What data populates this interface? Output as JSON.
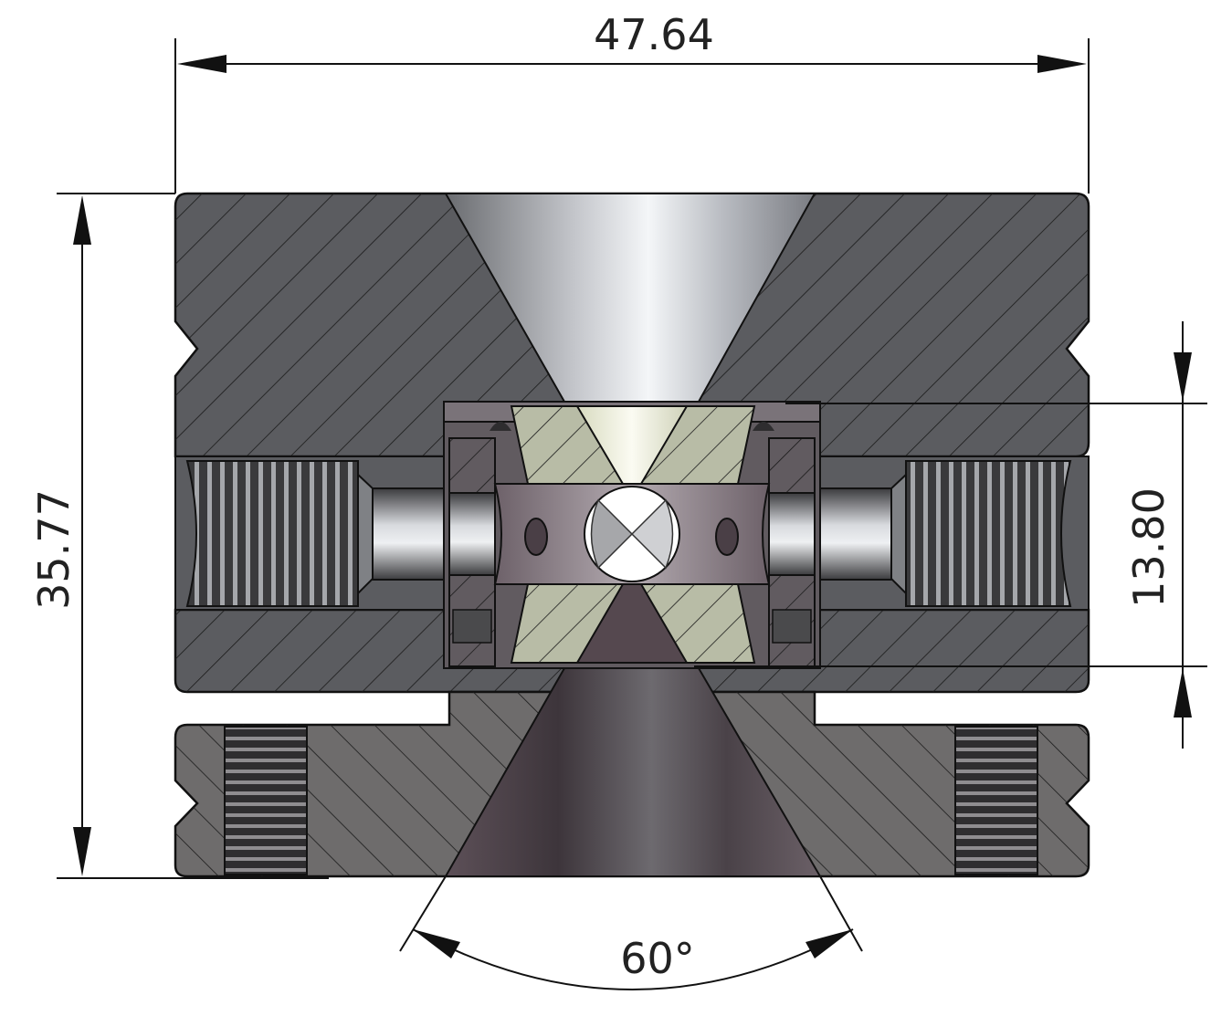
{
  "dimensions": {
    "overall_width": "47.64",
    "overall_height": "35.77",
    "insert_height": "13.80",
    "cone_angle": "60°"
  },
  "colors": {
    "background": "#ffffff",
    "body_dark": "#5b5c60",
    "body_lower": "#6e6c6c",
    "insert_green": "#b8bca6",
    "cage_purple": "#8c7f88",
    "line": "#111111"
  }
}
